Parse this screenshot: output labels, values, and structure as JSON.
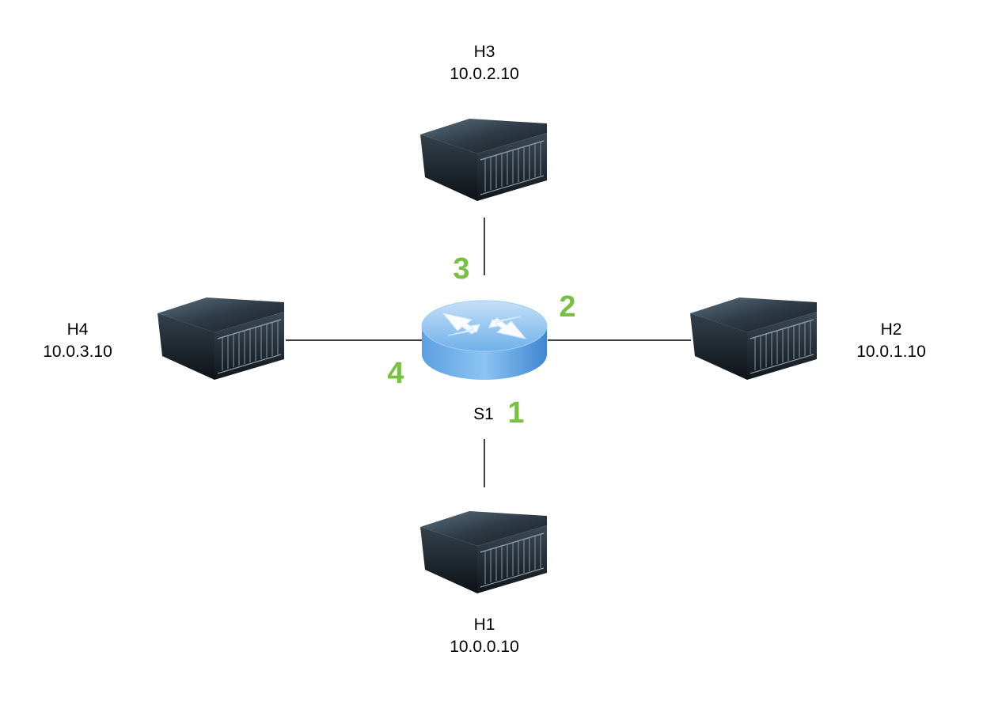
{
  "switch": {
    "name": "S1"
  },
  "hosts": {
    "h1": {
      "name": "H1",
      "ip": "10.0.0.10"
    },
    "h2": {
      "name": "H2",
      "ip": "10.0.1.10"
    },
    "h3": {
      "name": "H3",
      "ip": "10.0.2.10"
    },
    "h4": {
      "name": "H4",
      "ip": "10.0.3.10"
    }
  },
  "ports": {
    "p1": "1",
    "p2": "2",
    "p3": "3",
    "p4": "4"
  },
  "colors": {
    "port_label": "#77c043",
    "link": "#000000",
    "switch": "#5aa3e6"
  },
  "icons": {
    "host": "server-icon",
    "switch": "router-switch-icon"
  }
}
